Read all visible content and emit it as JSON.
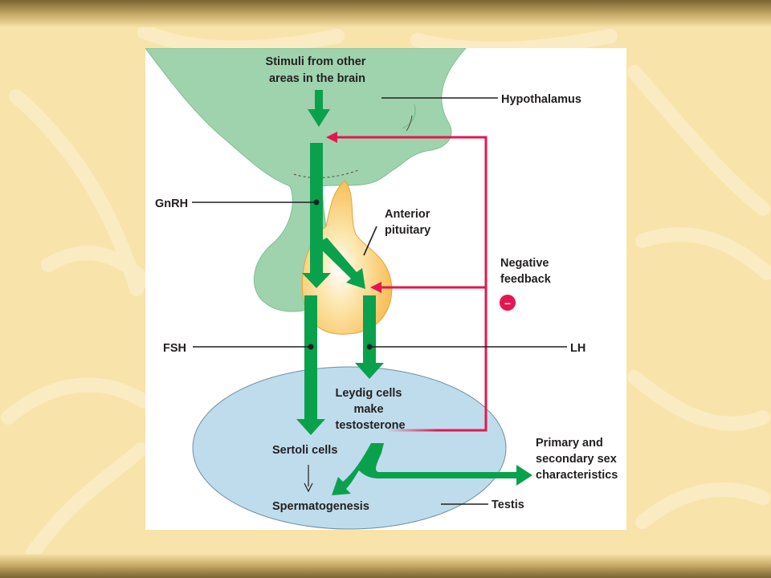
{
  "diagram": {
    "labels": {
      "stimuli": [
        "Stimuli from other",
        "areas in the brain"
      ],
      "hypothalamus": "Hypothalamus",
      "gnrh": "GnRH",
      "anterior_pituitary": [
        "Anterior",
        "pituitary"
      ],
      "negative_feedback": [
        "Negative",
        "feedback"
      ],
      "feedback_sign": "–",
      "fsh": "FSH",
      "lh": "LH",
      "leydig": [
        "Leydig cells",
        "make",
        "testosterone"
      ],
      "sertoli": "Sertoli cells",
      "spermatogenesis": "Spermatogenesis",
      "testis": "Testis",
      "sex_characteristics": [
        "Primary and",
        "secondary sex",
        "characteristics"
      ]
    },
    "colors": {
      "stimulatory_arrow": "#0aa14d",
      "feedback_arrow": "#e5164f",
      "brain_tissue": "#9fd3ad",
      "pituitary": "#f9c25d",
      "testis": "#bfdcec",
      "slide_background": "#f7e2a8",
      "top_bar": "#8a7336"
    }
  }
}
